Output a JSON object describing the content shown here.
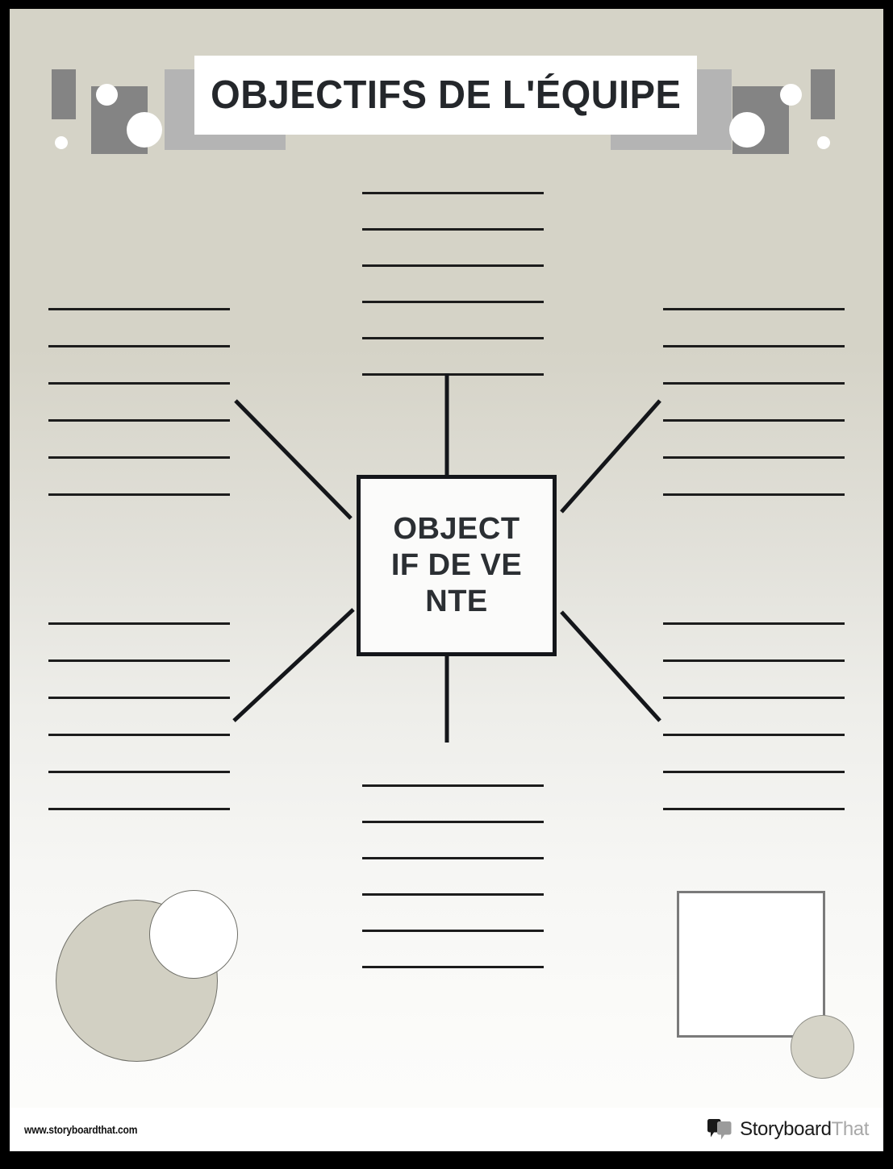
{
  "poster": {
    "title": "OBJECTIFS DE L'ÉQUIPE",
    "center_node": "OBJECTIF DE VENTE",
    "background_top_color": "#d5d3c7",
    "background_bottom_color": "#fbfbf9",
    "border_color": "#000000",
    "ink_color": "#1c1c1c"
  },
  "header_decor": {
    "left": {
      "tall_rect_dark": "deco-rect-dark",
      "block_dark": "deco-rect-dark",
      "block_light": "deco-rect-light",
      "circle_large": "circle-white",
      "circle_medium": "circle-white",
      "circle_small": "circle-white"
    },
    "right": {
      "tall_rect_dark": "deco-rect-dark",
      "block_dark": "deco-rect-dark",
      "block_light": "deco-rect-light",
      "circle_large": "circle-white",
      "circle_medium": "circle-white",
      "circle_small": "circle-white"
    }
  },
  "branches": [
    {
      "id": "top-center",
      "label": "top-center-lines",
      "line_count": 6
    },
    {
      "id": "top-left",
      "label": "top-left-lines",
      "line_count": 6
    },
    {
      "id": "top-right",
      "label": "top-right-lines",
      "line_count": 6
    },
    {
      "id": "bottom-left",
      "label": "bottom-left-lines",
      "line_count": 6
    },
    {
      "id": "bottom-right",
      "label": "bottom-right-lines",
      "line_count": 6
    },
    {
      "id": "bottom-center",
      "label": "bottom-center-lines",
      "line_count": 6
    }
  ],
  "bottom_decor": {
    "big_circle": "filled-beige-circle",
    "small_circle": "outlined-white-circle",
    "square": "outlined-white-square",
    "corner_circle": "filled-beige-circle"
  },
  "footer": {
    "url": "www.storyboardthat.com",
    "brand_primary": "Storyboard",
    "brand_secondary": "That",
    "logo_icon": "speech-bubbles-icon"
  }
}
